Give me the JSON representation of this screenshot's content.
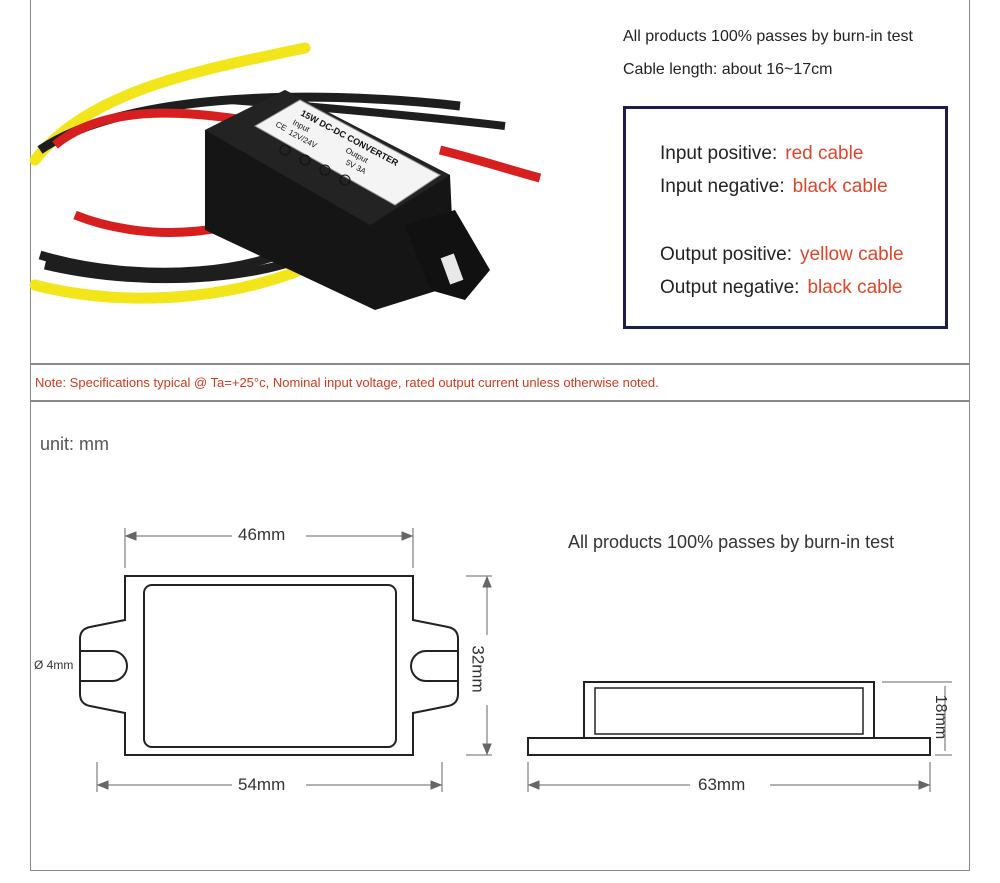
{
  "header": {
    "test_line": "All products 100% passes by burn-in test",
    "cable_length": "Cable length: about 16~17cm"
  },
  "product_label": {
    "title": "15W DC-DC CONVERTER",
    "input_label": "Input",
    "input_value": "12V/24V",
    "output_label": "Output",
    "output_value": "5V 3A",
    "ce_mark": "CE"
  },
  "cables": [
    {
      "label": "Input positive:",
      "value": "red cable"
    },
    {
      "label": "Input negative:",
      "value": "black cable"
    },
    {
      "label": "Output positive:",
      "value": "yellow cable"
    },
    {
      "label": "Output negative:",
      "value": "black cable"
    }
  ],
  "note": "Note: Specifications typical @ Ta=+25°c, Nominal input voltage, rated output current unless otherwise noted.",
  "drawing": {
    "unit": "unit: mm",
    "test_line": "All products 100% passes by burn-in test",
    "dim_width_body": "46mm",
    "dim_width_total": "54mm",
    "dim_height": "32mm",
    "dim_hole": "Ø 4mm",
    "dim_side_width": "63mm",
    "dim_side_height": "18mm"
  },
  "colors": {
    "accent_red": "#e0452a",
    "box_border": "#1c1d4a",
    "cable_red": "#d81f1f",
    "cable_yellow": "#f2e61a",
    "cable_black": "#1e1e1e"
  }
}
